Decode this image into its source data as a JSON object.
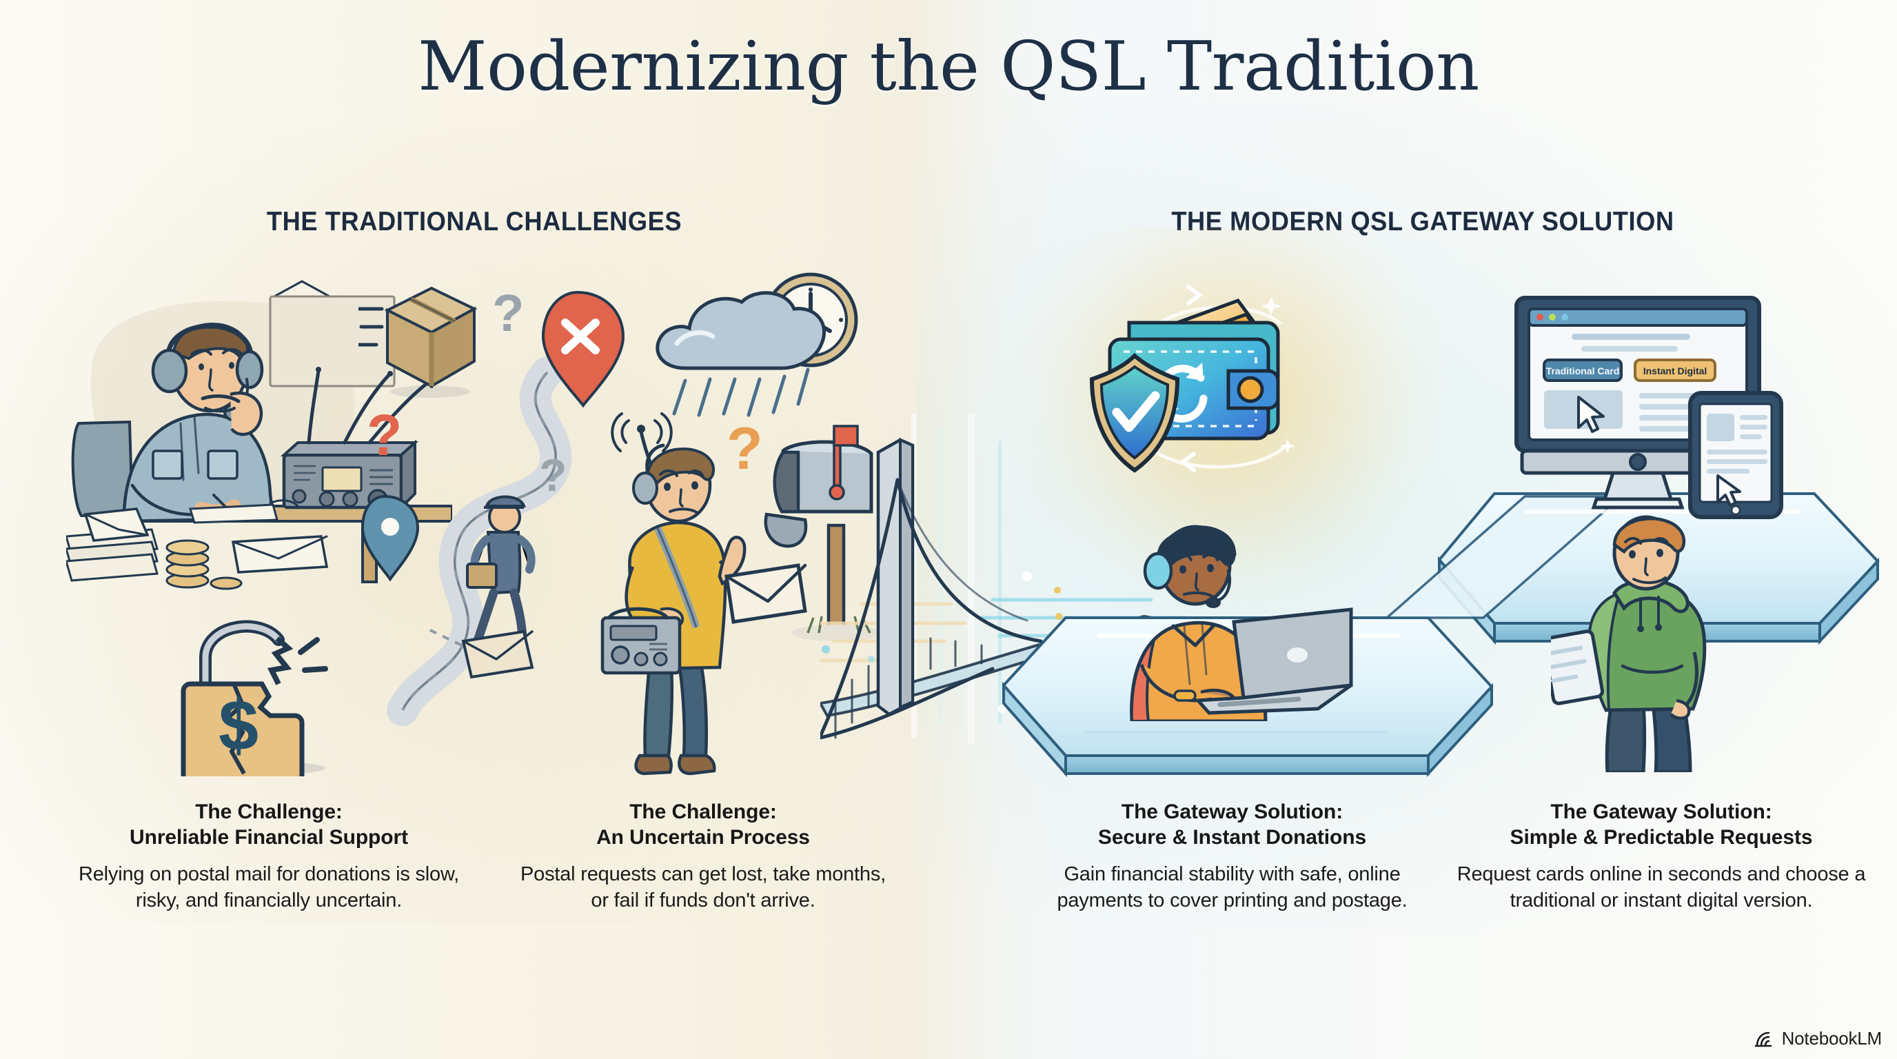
{
  "title": "Modernizing the QSL Tradition",
  "columns": {
    "left_heading": "THE TRADITIONAL CHALLENGES",
    "right_heading": "THE MODERN QSL GATEWAY SOLUTION"
  },
  "captions": [
    {
      "id": "challenge-financial",
      "title": "The Challenge:\nUnreliable Financial Support",
      "body": "Relying on postal mail for donations is slow, risky, and financially uncertain."
    },
    {
      "id": "challenge-process",
      "title": "The Challenge:\nAn Uncertain Process",
      "body": "Postal requests can get lost, take months, or fail if funds don't arrive."
    },
    {
      "id": "solution-donations",
      "title": "The Gateway Solution:\nSecure & Instant Donations",
      "body": "Gain financial stability with safe, online payments to cover printing and postage."
    },
    {
      "id": "solution-requests",
      "title": "The Gateway Solution:\nSimple & Predictable Requests",
      "body": "Request cards online in seconds and choose a traditional or instant digital version."
    }
  ],
  "screen_ui": {
    "button_traditional": "Traditional Card",
    "button_instant": "Instant Digital"
  },
  "icon_labels": {
    "lock": "$",
    "map_pin": "✕",
    "question_marks": [
      "?",
      "?",
      "?",
      "?",
      "?"
    ],
    "shield_check": "✓"
  },
  "watermark": {
    "label": "NotebookLM"
  },
  "colors": {
    "title_navy": "#1e3046",
    "heading_navy": "#1c2b40",
    "ink": "#23394f",
    "warm_paper": "#f7f3e6",
    "cool_glass": "#cfe9f3",
    "accent_amber": "#e8b65a",
    "accent_blue": "#4a7ca0",
    "accent_red": "#e1644d",
    "shirt_yellow": "#e8b93f",
    "hoodie_green": "#6aa35f",
    "background": "#fbfaf4"
  }
}
